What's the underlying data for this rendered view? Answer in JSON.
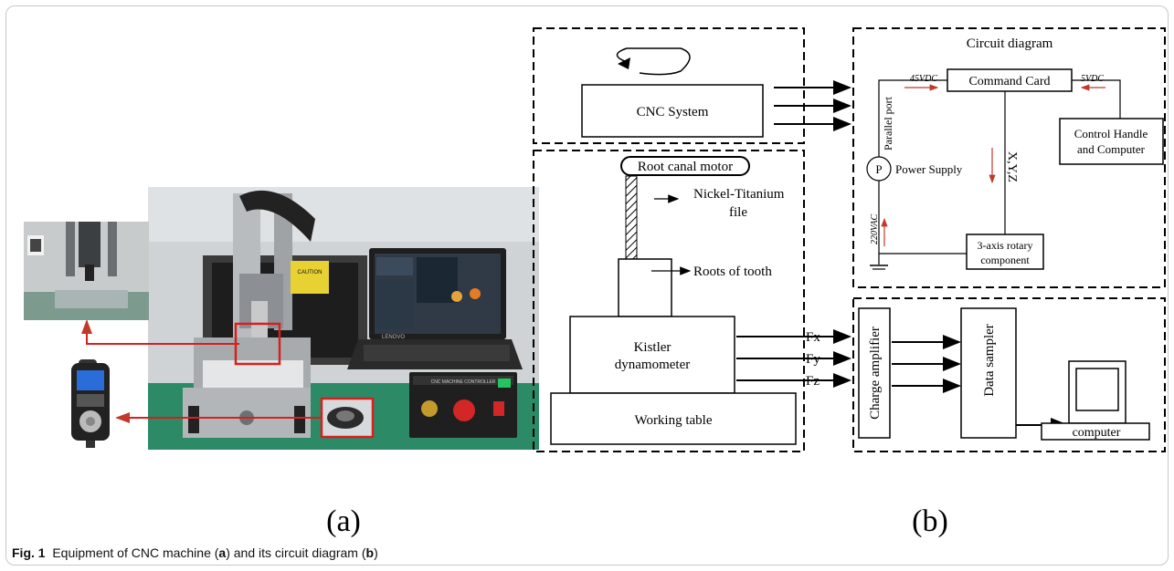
{
  "figure": {
    "label_a": "(a)",
    "label_b": "(b)",
    "caption": {
      "prefix": "Fig. 1",
      "text1": "Equipment of CNC machine (",
      "ref_a": "a",
      "text2": ") and its circuit diagram (",
      "ref_b": "b",
      "text3": ")"
    }
  },
  "photo": {
    "sticker_text": "CAUTION",
    "laptop_brand": "LENOVO",
    "controller_label": "CNC MACHINE CONTROLLER",
    "highlight_color": "#d62020"
  },
  "schematic": {
    "cnc_system": "CNC System",
    "root_canal_motor": "Root canal motor",
    "niti_file_line1": "Nickel-Titanium",
    "niti_file_line2": "file",
    "roots_of_tooth": "Roots of tooth",
    "kistler_line1": "Kistler",
    "kistler_line2": "dynamometer",
    "working_table": "Working table",
    "forces": [
      "Fx",
      "Fy",
      "Fz"
    ],
    "circuit_title": "Circuit diagram",
    "command_card": "Command Card",
    "v45": "45VDC",
    "v5": "5VDC",
    "v220": "220VAC",
    "parallel_port": "Parallel port",
    "power_symbol": "P",
    "power_supply": "Power Supply",
    "xyz": "X,Y,Z",
    "control_handle_line1": "Control Handle",
    "control_handle_line2": "and Computer",
    "rotary_line1": "3-axis rotary",
    "rotary_line2": "component",
    "charge_amplifier": "Charge amplifier",
    "data_sampler": "Data sampler",
    "computer": "computer",
    "arrow_color": "#c0392b"
  }
}
